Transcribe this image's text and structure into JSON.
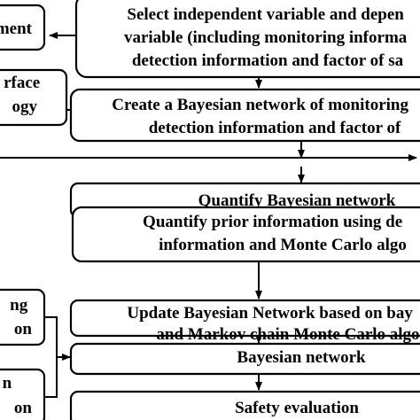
{
  "left_boxes": [
    {
      "lines": [
        "ment"
      ]
    },
    {
      "lines": [
        "rface",
        "ogy"
      ]
    },
    {
      "lines": [
        "ng",
        "on"
      ]
    },
    {
      "lines": [
        "n",
        "on"
      ]
    }
  ],
  "main_boxes": [
    {
      "lines": [
        "Select independent variable and depen",
        "variable (including monitoring informa",
        "detection information and factor of sa"
      ]
    },
    {
      "lines": [
        "Create a Bayesian network of monitoring",
        "detection information and factor of"
      ]
    },
    {
      "lines": [
        "Quantify Bayesian network"
      ]
    },
    {
      "lines": [
        "Quantify prior information using de",
        "information and Monte Carlo algo"
      ]
    },
    {
      "lines": [
        "Update Bayesian Network based on bay",
        "and Markov chain Monte Carlo algo"
      ]
    },
    {
      "lines": [
        "Bayesian network"
      ]
    },
    {
      "lines": [
        "Safety evaluation"
      ]
    }
  ]
}
